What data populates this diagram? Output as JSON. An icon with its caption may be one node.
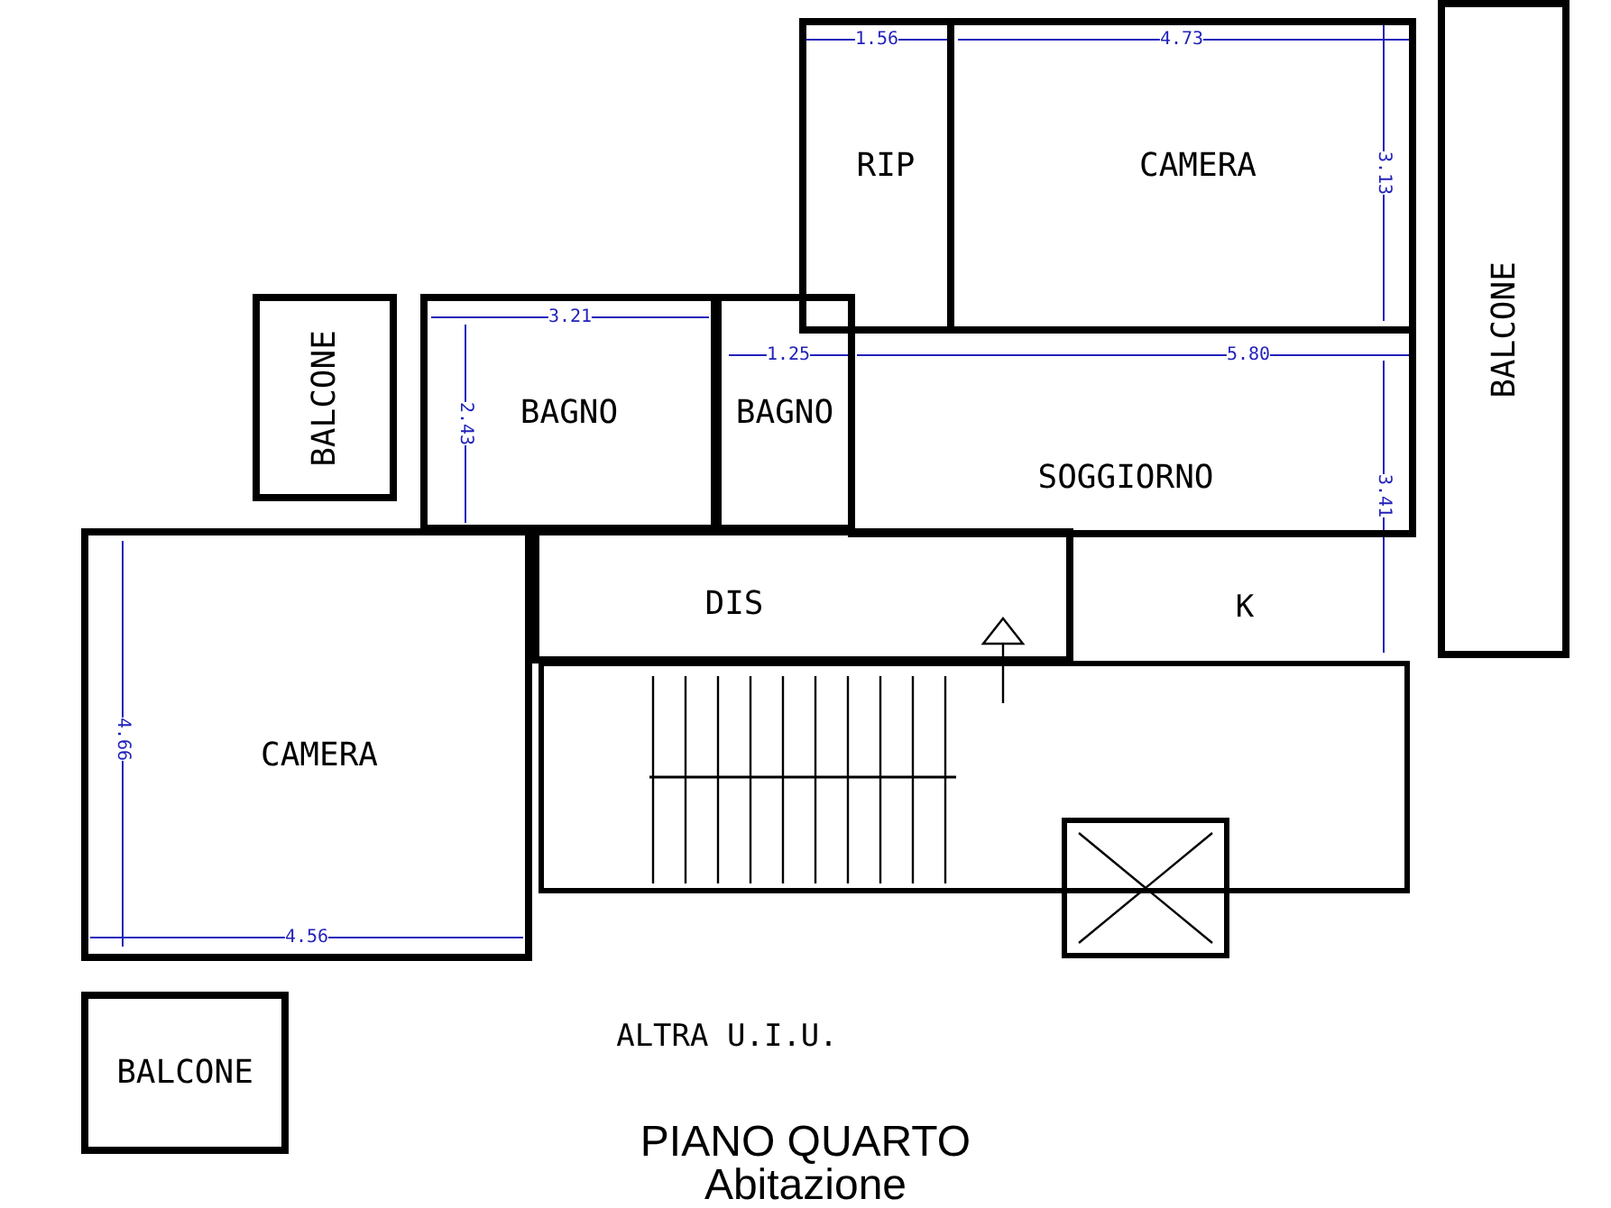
{
  "diagram": {
    "title": "PIANO QUARTO",
    "caption": "Abitazione",
    "nodes": [
      {
        "text": [
          "RIP"
        ]
      },
      {
        "text": [
          "CAMERA"
        ]
      },
      {
        "text": [
          "BALCONE"
        ]
      },
      {
        "text": [
          "BAGNO"
        ]
      },
      {
        "text": [
          "BAGNO"
        ]
      },
      {
        "text": [
          "SOGGIORNO"
        ]
      },
      {
        "text": [
          "BALCONE"
        ]
      },
      {
        "text": [
          "DIS"
        ]
      },
      {
        "text": [
          "CAMERA"
        ]
      },
      {
        "text": [
          "BALCONE"
        ]
      }
    ],
    "labels": [
      "1.56",
      "4.73",
      "3.13",
      "3.21",
      "1.25",
      "5.80",
      "2.43",
      "3.41",
      "K",
      "4.66",
      "4.56",
      "ALTRA U.I.U."
    ]
  }
}
